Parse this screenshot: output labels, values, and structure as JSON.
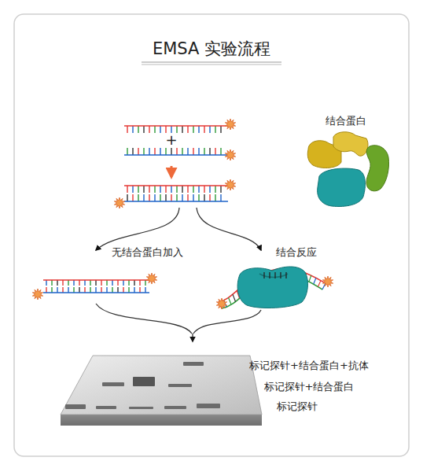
{
  "diagram": {
    "title": "EMSA 实验流程",
    "labels": [
      "+",
      "结合蛋白",
      "无结合蛋白加入",
      "结合反应",
      "标记探针+结合蛋白+抗体",
      "标记探针+结合蛋白",
      "标记探针"
    ]
  }
}
